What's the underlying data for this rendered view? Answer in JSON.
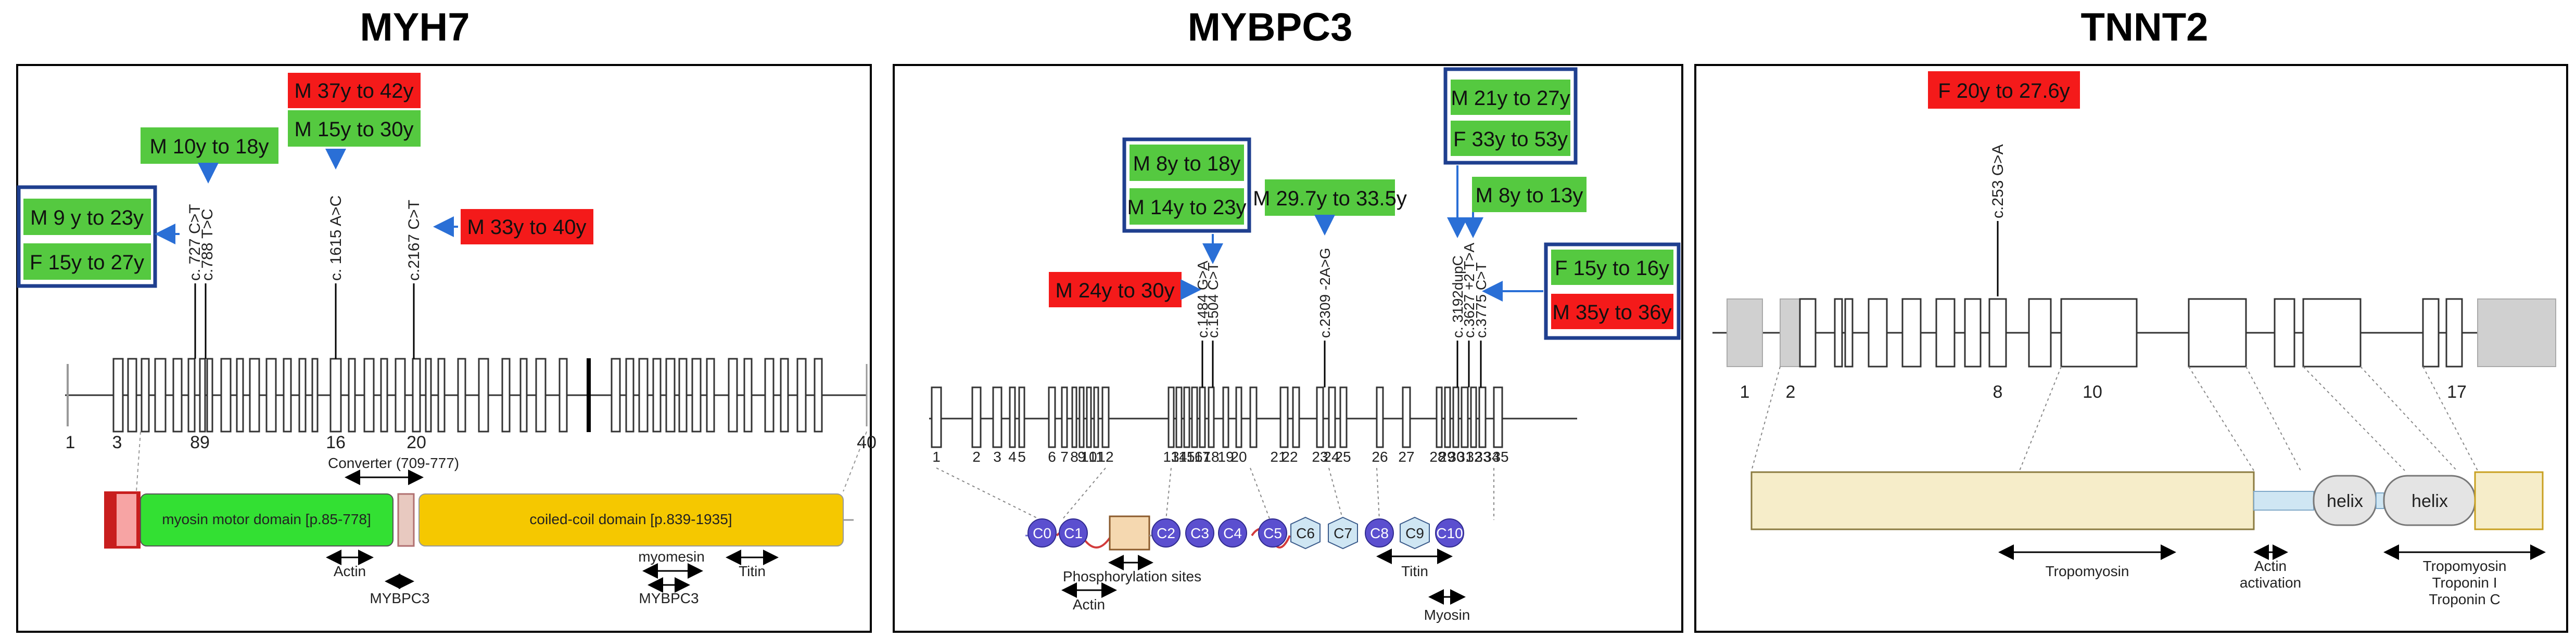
{
  "panels": [
    {
      "id": "myh7",
      "title": "MYH7",
      "exon_labels": [
        "1",
        "3",
        "89",
        "16",
        "20",
        "40"
      ],
      "variants": [
        "c. 727 C>T",
        "c.788 T>C",
        "c. 1615 A>C",
        "c.2167 C>T"
      ],
      "tags": [
        {
          "text": "M 10y to 18y",
          "color": "#55c940"
        },
        {
          "text": "M 9 y to 23y",
          "color": "#55c940"
        },
        {
          "text": "F 15y to 27y",
          "color": "#55c940"
        },
        {
          "text": "M 37y to 42y",
          "color": "#f41a1a"
        },
        {
          "text": "M 15y to 30y",
          "color": "#55c940"
        },
        {
          "text": "M 33y to 40y",
          "color": "#f41a1a"
        }
      ],
      "domains": [
        "myosin motor domain [p.85-778]",
        "coiled-coil domain [p.839-1935]"
      ],
      "annotations": [
        "Converter (709-777)",
        "Actin",
        "MYBPC3",
        "myomesin",
        "MYBPC3",
        "Titin"
      ]
    },
    {
      "id": "mybpc3",
      "title": "MYBPC3",
      "exon_labels": [
        "1",
        "2",
        "3",
        "4",
        "5",
        "6",
        "7",
        "8",
        "9",
        "10",
        "11",
        "12",
        "13",
        "14",
        "15",
        "16",
        "17",
        "18",
        "19",
        "20",
        "21",
        "22",
        "23",
        "24",
        "25",
        "26",
        "27",
        "28",
        "29",
        "30",
        "31",
        "32",
        "33",
        "34",
        "35"
      ],
      "variants": [
        "c.1484 G>A",
        "c.1504 C>T",
        "c.2309 -2A>G",
        "c. 3192dupC",
        "c.3627 +2 T>A",
        "c.3775 C>T"
      ],
      "tags": [
        {
          "text": "M 8y to 18y",
          "color": "#55c940"
        },
        {
          "text": "M 14y to 23y",
          "color": "#55c940"
        },
        {
          "text": "M 24y to 30y",
          "color": "#f41a1a"
        },
        {
          "text": "M 29.7y to 33.5y",
          "color": "#55c940"
        },
        {
          "text": "M 21y to 27y",
          "color": "#55c940"
        },
        {
          "text": "F 33y to 53y",
          "color": "#55c940"
        },
        {
          "text": "M 8y to 13y",
          "color": "#55c940"
        },
        {
          "text": "F 15y to 16y",
          "color": "#55c940"
        },
        {
          "text": "M 35y to 36y",
          "color": "#f41a1a"
        }
      ],
      "domains": [
        "C0",
        "C1",
        "C2",
        "C3",
        "C4",
        "C5",
        "C6",
        "C7",
        "C8",
        "C9",
        "C10"
      ],
      "annotations": [
        "Phosphorylation sites",
        "Actin",
        "Titin",
        "Myosin"
      ]
    },
    {
      "id": "tnnt2",
      "title": "TNNT2",
      "exon_labels": [
        "1",
        "2",
        "8",
        "10",
        "17"
      ],
      "variants": [
        "c.253 G>A"
      ],
      "tags": [
        {
          "text": "F 20y to 27.6y",
          "color": "#f41a1a"
        }
      ],
      "domains": [
        "helix",
        "helix"
      ],
      "annotations": [
        "Tropomyosin",
        "Actin",
        "activation",
        "Tropomyosin",
        "Troponin I",
        "Troponin C"
      ]
    }
  ],
  "colors": {
    "green": "#55c940",
    "red": "#f41a1a",
    "frame_blue": "#1f3f8f",
    "motor": "#33e033",
    "coil": "#f5c800",
    "cpurple": "#5b4fcf",
    "cblue": "#cfe6f3",
    "tan": "#f6edc9"
  }
}
